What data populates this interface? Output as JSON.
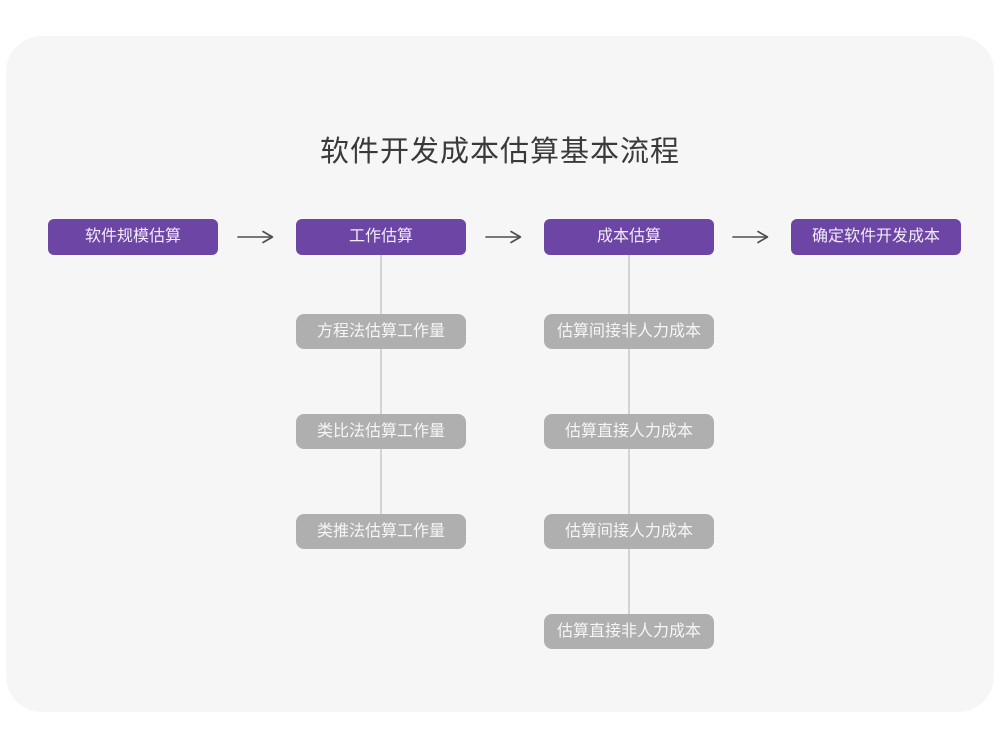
{
  "title": "软件开发成本估算基本流程",
  "colors": {
    "accent_purple": "#6D46A5",
    "sub_node_gray": "#AFAFAF",
    "card_background": "#F6F6F7",
    "arrow": "#4D4D4D",
    "connector": "#D3D3D3"
  },
  "flow": {
    "main_nodes": [
      {
        "label": "软件规模估算"
      },
      {
        "label": "工作估算"
      },
      {
        "label": "成本估算"
      },
      {
        "label": "确定软件开发成本"
      }
    ],
    "work_estimation_steps": [
      {
        "label": "方程法估算工作量"
      },
      {
        "label": "类比法估算工作量"
      },
      {
        "label": "类推法估算工作量"
      }
    ],
    "cost_estimation_steps": [
      {
        "label": "估算间接非人力成本"
      },
      {
        "label": "估算直接人力成本"
      },
      {
        "label": "估算间接人力成本"
      },
      {
        "label": "估算直接非人力成本"
      }
    ]
  }
}
